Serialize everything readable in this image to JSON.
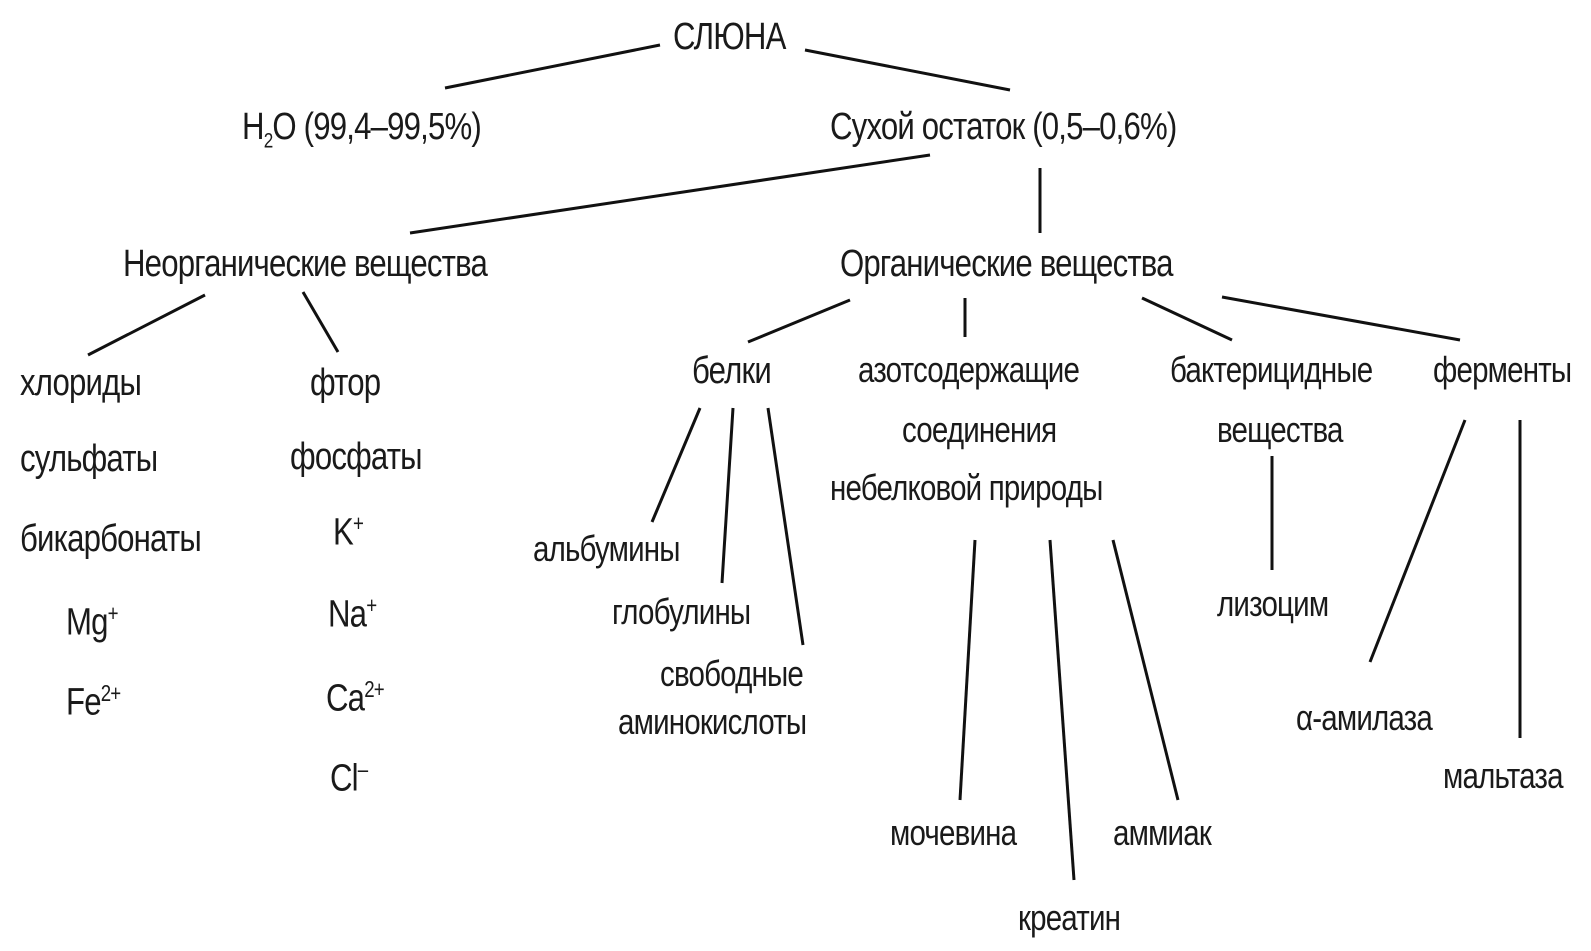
{
  "root": "СЛЮНА",
  "water": {
    "prefix": "H",
    "sub": "2",
    "suffix": "O (99,4–99,5%)"
  },
  "dry_residue": "Сухой остаток (0,5–0,6%)",
  "inorganic": {
    "title": "Неорганические вещества",
    "col1": [
      "хлориды",
      "сульфаты",
      "бикарбонаты"
    ],
    "mg": {
      "base": "Mg",
      "charge": "+"
    },
    "fe": {
      "base": "Fe",
      "charge": "2+"
    },
    "col2": [
      "фтор",
      "фосфаты"
    ],
    "k": {
      "base": "K",
      "charge": "+"
    },
    "na": {
      "base": "Na",
      "charge": "+"
    },
    "ca": {
      "base": "Ca",
      "charge": "2+"
    },
    "cl": {
      "base": "Cl",
      "charge": "–"
    }
  },
  "organic": {
    "title": "Органические вещества",
    "proteins": {
      "title": "белки",
      "items": [
        "альбумины",
        "глобулины",
        "свободные",
        "аминокислоты"
      ]
    },
    "nitrogen": {
      "lines": [
        "азотсодержащие",
        "соединения",
        "небелковой природы"
      ],
      "items": [
        "мочевина",
        "креатин",
        "аммиак"
      ]
    },
    "bactericidal": {
      "lines": [
        "бактерицидные",
        "вещества"
      ],
      "item": "лизоцим"
    },
    "enzymes": {
      "title": "ферменты",
      "items": [
        "α-амилаза",
        "мальтаза"
      ]
    }
  }
}
